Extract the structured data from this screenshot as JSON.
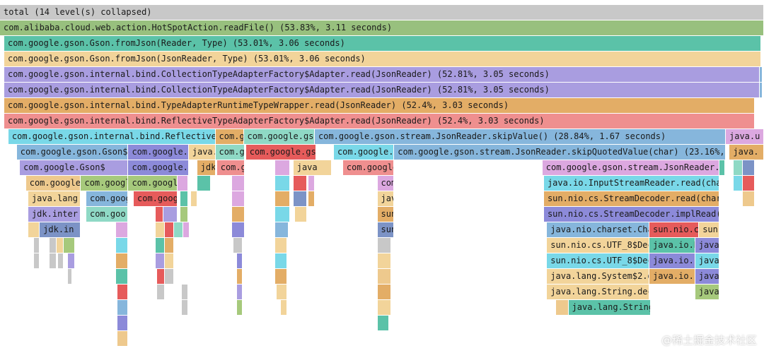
{
  "palette": {
    "gray": "#c8c8c8",
    "green": "#98c07e",
    "teal": "#5bc2a8",
    "sand": "#f2d49a",
    "lavender": "#a99de0",
    "orange": "#e3ad66",
    "salmon": "#ef8f8f",
    "cyan": "#79d8e8",
    "blue": "#86b6dc",
    "periwinkle": "#8c8ad9",
    "red": "#e65b5b",
    "pink": "#dca8e0",
    "tan": "#eec98d",
    "mint": "#8fd9c5",
    "olive": "#a6c97c",
    "slate": "#7c93c6"
  },
  "frames": [
    {
      "row": 0,
      "start": 0,
      "end": 100,
      "color": "gray",
      "label": "total (14 level(s) collapsed)"
    },
    {
      "row": 1,
      "start": 0,
      "end": 100,
      "color": "green",
      "label": "com.alibaba.cloud.web.action.HotSpotAction.readFile() (53.83%, 3.11 seconds)"
    },
    {
      "row": 2,
      "start": 0.56,
      "end": 99.6,
      "color": "teal",
      "label": "com.google.gson.Gson.fromJson(Reader, Type) (53.01%, 3.06 seconds)"
    },
    {
      "row": 3,
      "start": 0.56,
      "end": 99.6,
      "color": "sand",
      "label": "com.google.gson.Gson.fromJson(JsonReader, Type) (53.01%, 3.06 seconds)"
    },
    {
      "row": 4,
      "start": 0.56,
      "end": 99.4,
      "color": "lavender",
      "label": "com.google.gson.internal.bind.CollectionTypeAdapterFactory$Adapter.read(JsonReader) (52.81%, 3.05 seconds)"
    },
    {
      "row": 4,
      "start": 99.4,
      "end": 99.8,
      "color": "blue",
      "label": ""
    },
    {
      "row": 5,
      "start": 0.56,
      "end": 99.4,
      "color": "lavender",
      "label": "com.google.gson.internal.bind.CollectionTypeAdapterFactory$Adapter.read(JsonReader) (52.81%, 3.05 seconds)"
    },
    {
      "row": 5,
      "start": 99.4,
      "end": 99.8,
      "color": "blue",
      "label": ""
    },
    {
      "row": 6,
      "start": 0.56,
      "end": 98.8,
      "color": "orange",
      "label": "com.google.gson.internal.bind.TypeAdapterRuntimeTypeWrapper.read(JsonReader) (52.4%, 3.03 seconds)"
    },
    {
      "row": 7,
      "start": 0.56,
      "end": 98.8,
      "color": "salmon",
      "label": "com.google.gson.internal.bind.ReflectiveTypeAdapterFactory$Adapter.read(JsonReader) (52.4%, 3.03 seconds)"
    },
    {
      "row": 8,
      "start": 1.1,
      "end": 28.2,
      "color": "cyan",
      "label": "com.google.gson.internal.bind.ReflectiveT"
    },
    {
      "row": 8,
      "start": 28.2,
      "end": 31.9,
      "color": "orange",
      "label": "com.go"
    },
    {
      "row": 8,
      "start": 31.9,
      "end": 41.2,
      "color": "mint",
      "label": "com.google.gso"
    },
    {
      "row": 8,
      "start": 41.2,
      "end": 95.0,
      "color": "blue",
      "label": "com.google.gson.stream.JsonReader.skipValue() (28.84%, 1.67 seconds)"
    },
    {
      "row": 8,
      "start": 95.0,
      "end": 100,
      "color": "pink",
      "label": "java.u"
    },
    {
      "row": 9,
      "start": 2.2,
      "end": 16.8,
      "color": "blue",
      "label": "com.google.gson.Gson$1"
    },
    {
      "row": 9,
      "start": 16.8,
      "end": 24.7,
      "color": "periwinkle",
      "label": "com.google.g"
    },
    {
      "row": 9,
      "start": 24.7,
      "end": 28.2,
      "color": "sand",
      "label": "java."
    },
    {
      "row": 9,
      "start": 28.2,
      "end": 32.0,
      "color": "mint",
      "label": "com.g"
    },
    {
      "row": 9,
      "start": 32.2,
      "end": 41.4,
      "color": "red",
      "label": "com.google.gs"
    },
    {
      "row": 9,
      "start": 43.7,
      "end": 51.6,
      "color": "cyan",
      "label": "com.google.g"
    },
    {
      "row": 9,
      "start": 51.6,
      "end": 95.0,
      "color": "blue",
      "label": "com.google.gson.stream.JsonReader.skipQuotedValue(char) (23.16%, 1"
    },
    {
      "row": 9,
      "start": 95.5,
      "end": 100,
      "color": "orange",
      "label": "java."
    },
    {
      "row": 10,
      "start": 2.6,
      "end": 16.8,
      "color": "lavender",
      "label": "com.google.Gson$"
    },
    {
      "row": 10,
      "start": 16.8,
      "end": 24.7,
      "color": "periwinkle",
      "label": "com.google.g"
    },
    {
      "row": 10,
      "start": 25.8,
      "end": 28.2,
      "color": "orange",
      "label": "jdk"
    },
    {
      "row": 10,
      "start": 28.4,
      "end": 32.0,
      "color": "salmon",
      "label": "com.g"
    },
    {
      "row": 10,
      "start": 36.0,
      "end": 38.0,
      "color": "pink",
      "label": ""
    },
    {
      "row": 10,
      "start": 38.4,
      "end": 43.4,
      "color": "sand",
      "label": "java"
    },
    {
      "row": 10,
      "start": 44.9,
      "end": 51.6,
      "color": "salmon",
      "label": "com.google"
    },
    {
      "row": 10,
      "start": 71.0,
      "end": 94.2,
      "color": "pink",
      "label": "com.google.gson.stream.JsonReader.f"
    },
    {
      "row": 10,
      "start": 94.2,
      "end": 94.9,
      "color": "teal",
      "label": ""
    },
    {
      "row": 10,
      "start": 96.0,
      "end": 97.2,
      "color": "mint",
      "label": ""
    },
    {
      "row": 10,
      "start": 97.2,
      "end": 98.8,
      "color": "slate",
      "label": ""
    },
    {
      "row": 11,
      "start": 3.4,
      "end": 10.6,
      "color": "tan",
      "label": "com.google."
    },
    {
      "row": 11,
      "start": 10.6,
      "end": 16.8,
      "color": "olive",
      "label": "com.googl"
    },
    {
      "row": 11,
      "start": 16.8,
      "end": 23.2,
      "color": "olive",
      "label": "com.googl"
    },
    {
      "row": 11,
      "start": 23.2,
      "end": 24.6,
      "color": "pink",
      "label": ""
    },
    {
      "row": 11,
      "start": 25.8,
      "end": 27.6,
      "color": "teal",
      "label": ""
    },
    {
      "row": 11,
      "start": 30.4,
      "end": 32.0,
      "color": "pink",
      "label": ""
    },
    {
      "row": 11,
      "start": 36.0,
      "end": 38.0,
      "color": "cyan",
      "label": ""
    },
    {
      "row": 11,
      "start": 38.4,
      "end": 40.2,
      "color": "red",
      "label": ""
    },
    {
      "row": 11,
      "start": 40.4,
      "end": 41.2,
      "color": "pink",
      "label": ""
    },
    {
      "row": 11,
      "start": 49.4,
      "end": 51.6,
      "color": "pink",
      "label": "com"
    },
    {
      "row": 11,
      "start": 71.2,
      "end": 94.2,
      "color": "cyan",
      "label": "java.io.InputStreamReader.read(char"
    },
    {
      "row": 11,
      "start": 96.0,
      "end": 97.2,
      "color": "cyan",
      "label": ""
    },
    {
      "row": 11,
      "start": 97.2,
      "end": 98.8,
      "color": "red",
      "label": ""
    },
    {
      "row": 12,
      "start": 3.7,
      "end": 10.6,
      "color": "sand",
      "label": "java.lang"
    },
    {
      "row": 12,
      "start": 11.3,
      "end": 16.8,
      "color": "blue",
      "label": "com.goog"
    },
    {
      "row": 12,
      "start": 17.5,
      "end": 23.2,
      "color": "red",
      "label": "com.goog"
    },
    {
      "row": 12,
      "start": 23.6,
      "end": 24.6,
      "color": "teal",
      "label": ""
    },
    {
      "row": 12,
      "start": 25.0,
      "end": 25.8,
      "color": "sand",
      "label": ""
    },
    {
      "row": 12,
      "start": 30.4,
      "end": 32.0,
      "color": "pink",
      "label": ""
    },
    {
      "row": 12,
      "start": 36.0,
      "end": 38.0,
      "color": "orange",
      "label": ""
    },
    {
      "row": 12,
      "start": 38.4,
      "end": 40.2,
      "color": "slate",
      "label": ""
    },
    {
      "row": 12,
      "start": 40.4,
      "end": 41.2,
      "color": "orange",
      "label": ""
    },
    {
      "row": 12,
      "start": 49.4,
      "end": 51.6,
      "color": "sand",
      "label": "jav"
    },
    {
      "row": 12,
      "start": 71.2,
      "end": 94.2,
      "color": "orange",
      "label": "sun.nio.cs.StreamDecoder.read(char["
    },
    {
      "row": 12,
      "start": 97.2,
      "end": 98.8,
      "color": "tan",
      "label": ""
    },
    {
      "row": 13,
      "start": 3.7,
      "end": 10.6,
      "color": "lavender",
      "label": "jdk.inter"
    },
    {
      "row": 13,
      "start": 11.3,
      "end": 16.8,
      "color": "mint",
      "label": "com.goo"
    },
    {
      "row": 13,
      "start": 20.4,
      "end": 21.4,
      "color": "red",
      "label": ""
    },
    {
      "row": 13,
      "start": 21.4,
      "end": 23.2,
      "color": "lavender",
      "label": ""
    },
    {
      "row": 13,
      "start": 23.6,
      "end": 24.6,
      "color": "olive",
      "label": ""
    },
    {
      "row": 13,
      "start": 30.4,
      "end": 32.0,
      "color": "orange",
      "label": ""
    },
    {
      "row": 13,
      "start": 36.0,
      "end": 38.0,
      "color": "cyan",
      "label": ""
    },
    {
      "row": 13,
      "start": 38.6,
      "end": 40.2,
      "color": "sand",
      "label": ""
    },
    {
      "row": 13,
      "start": 49.4,
      "end": 51.6,
      "color": "orange",
      "label": "sun"
    },
    {
      "row": 13,
      "start": 71.2,
      "end": 94.2,
      "color": "periwinkle",
      "label": "sun.nio.cs.StreamDecoder.implRead(c"
    },
    {
      "row": 14,
      "start": 3.7,
      "end": 5.2,
      "color": "sand",
      "label": ""
    },
    {
      "row": 14,
      "start": 5.2,
      "end": 10.6,
      "color": "slate",
      "label": "jdk.in"
    },
    {
      "row": 14,
      "start": 15.2,
      "end": 16.8,
      "color": "pink",
      "label": ""
    },
    {
      "row": 14,
      "start": 20.4,
      "end": 21.6,
      "color": "sand",
      "label": ""
    },
    {
      "row": 14,
      "start": 21.6,
      "end": 22.8,
      "color": "red",
      "label": ""
    },
    {
      "row": 14,
      "start": 22.8,
      "end": 24.0,
      "color": "mint",
      "label": ""
    },
    {
      "row": 14,
      "start": 24.0,
      "end": 24.8,
      "color": "pink",
      "label": ""
    },
    {
      "row": 14,
      "start": 30.4,
      "end": 32.0,
      "color": "periwinkle",
      "label": ""
    },
    {
      "row": 14,
      "start": 36.0,
      "end": 37.8,
      "color": "blue",
      "label": ""
    },
    {
      "row": 14,
      "start": 49.4,
      "end": 51.6,
      "color": "slate",
      "label": "sun"
    },
    {
      "row": 14,
      "start": 71.6,
      "end": 85.0,
      "color": "blue",
      "label": "java.nio.charset.Cha"
    },
    {
      "row": 14,
      "start": 85.0,
      "end": 91.5,
      "color": "red",
      "label": "sun.nio.c"
    },
    {
      "row": 14,
      "start": 91.5,
      "end": 94.2,
      "color": "sand",
      "label": "sun."
    },
    {
      "row": 15,
      "start": 4.4,
      "end": 5.2,
      "color": "gray",
      "label": ""
    },
    {
      "row": 15,
      "start": 6.5,
      "end": 7.4,
      "color": "gray",
      "label": ""
    },
    {
      "row": 15,
      "start": 7.4,
      "end": 8.3,
      "color": "sand",
      "label": ""
    },
    {
      "row": 15,
      "start": 8.3,
      "end": 9.8,
      "color": "olive",
      "label": ""
    },
    {
      "row": 15,
      "start": 15.2,
      "end": 16.8,
      "color": "cyan",
      "label": ""
    },
    {
      "row": 15,
      "start": 20.4,
      "end": 21.6,
      "color": "teal",
      "label": ""
    },
    {
      "row": 15,
      "start": 21.6,
      "end": 22.8,
      "color": "orange",
      "label": ""
    },
    {
      "row": 15,
      "start": 30.6,
      "end": 31.8,
      "color": "gray",
      "label": ""
    },
    {
      "row": 15,
      "start": 36.0,
      "end": 37.6,
      "color": "sand",
      "label": ""
    },
    {
      "row": 15,
      "start": 49.4,
      "end": 51.2,
      "color": "gray",
      "label": ""
    },
    {
      "row": 15,
      "start": 71.6,
      "end": 85.0,
      "color": "sand",
      "label": "sun.nio.cs.UTF_8$Dec"
    },
    {
      "row": 15,
      "start": 85.0,
      "end": 91.0,
      "color": "teal",
      "label": "java.io.B"
    },
    {
      "row": 15,
      "start": 91.0,
      "end": 94.2,
      "color": "periwinkle",
      "label": "java"
    },
    {
      "row": 16,
      "start": 4.4,
      "end": 5.2,
      "color": "gray",
      "label": ""
    },
    {
      "row": 16,
      "start": 6.5,
      "end": 7.4,
      "color": "gray",
      "label": ""
    },
    {
      "row": 16,
      "start": 7.6,
      "end": 8.3,
      "color": "gray",
      "label": ""
    },
    {
      "row": 16,
      "start": 8.9,
      "end": 9.8,
      "color": "lavender",
      "label": ""
    },
    {
      "row": 16,
      "start": 15.2,
      "end": 16.8,
      "color": "orange",
      "label": ""
    },
    {
      "row": 16,
      "start": 20.4,
      "end": 21.6,
      "color": "lavender",
      "label": ""
    },
    {
      "row": 16,
      "start": 21.6,
      "end": 22.8,
      "color": "sand",
      "label": ""
    },
    {
      "row": 16,
      "start": 31.0,
      "end": 31.8,
      "color": "periwinkle",
      "label": ""
    },
    {
      "row": 16,
      "start": 36.0,
      "end": 37.6,
      "color": "cyan",
      "label": ""
    },
    {
      "row": 16,
      "start": 49.4,
      "end": 51.2,
      "color": "sand",
      "label": ""
    },
    {
      "row": 16,
      "start": 71.6,
      "end": 85.0,
      "color": "cyan",
      "label": "sun.nio.cs.UTF_8$Dec"
    },
    {
      "row": 16,
      "start": 85.0,
      "end": 91.0,
      "color": "periwinkle",
      "label": "java.io.F"
    },
    {
      "row": 16,
      "start": 91.0,
      "end": 94.2,
      "color": "cyan",
      "label": "java"
    },
    {
      "row": 17,
      "start": 8.9,
      "end": 9.4,
      "color": "gray",
      "label": ""
    },
    {
      "row": 17,
      "start": 15.2,
      "end": 16.8,
      "color": "teal",
      "label": ""
    },
    {
      "row": 17,
      "start": 20.6,
      "end": 21.6,
      "color": "red",
      "label": ""
    },
    {
      "row": 17,
      "start": 21.6,
      "end": 22.8,
      "color": "gray",
      "label": ""
    },
    {
      "row": 17,
      "start": 31.0,
      "end": 31.8,
      "color": "orange",
      "label": ""
    },
    {
      "row": 17,
      "start": 36.0,
      "end": 37.6,
      "color": "orange",
      "label": ""
    },
    {
      "row": 17,
      "start": 49.4,
      "end": 51.2,
      "color": "tan",
      "label": ""
    },
    {
      "row": 17,
      "start": 71.6,
      "end": 85.0,
      "color": "sand",
      "label": "java.lang.System$2.d"
    },
    {
      "row": 17,
      "start": 85.0,
      "end": 91.0,
      "color": "orange",
      "label": "java.io.F"
    },
    {
      "row": 17,
      "start": 91.0,
      "end": 94.2,
      "color": "periwinkle",
      "label": "java"
    },
    {
      "row": 18,
      "start": 15.4,
      "end": 16.8,
      "color": "red",
      "label": ""
    },
    {
      "row": 18,
      "start": 20.6,
      "end": 21.6,
      "color": "gray",
      "label": ""
    },
    {
      "row": 18,
      "start": 23.8,
      "end": 24.6,
      "color": "gray",
      "label": ""
    },
    {
      "row": 18,
      "start": 31.0,
      "end": 31.8,
      "color": "lavender",
      "label": ""
    },
    {
      "row": 18,
      "start": 36.2,
      "end": 37.6,
      "color": "sand",
      "label": ""
    },
    {
      "row": 18,
      "start": 49.4,
      "end": 51.2,
      "color": "orange",
      "label": ""
    },
    {
      "row": 18,
      "start": 71.6,
      "end": 85.0,
      "color": "sand",
      "label": "java.lang.String.dec"
    },
    {
      "row": 18,
      "start": 91.0,
      "end": 94.2,
      "color": "olive",
      "label": "java"
    },
    {
      "row": 19,
      "start": 15.4,
      "end": 16.8,
      "color": "blue",
      "label": ""
    },
    {
      "row": 19,
      "start": 23.8,
      "end": 24.6,
      "color": "gray",
      "label": ""
    },
    {
      "row": 19,
      "start": 31.0,
      "end": 31.8,
      "color": "olive",
      "label": ""
    },
    {
      "row": 19,
      "start": 36.8,
      "end": 37.6,
      "color": "sand",
      "label": ""
    },
    {
      "row": 19,
      "start": 49.4,
      "end": 51.2,
      "color": "sand",
      "label": ""
    },
    {
      "row": 19,
      "start": 72.8,
      "end": 74.4,
      "color": "tan",
      "label": ""
    },
    {
      "row": 19,
      "start": 74.4,
      "end": 85.2,
      "color": "teal",
      "label": "java.lang.String"
    },
    {
      "row": 20,
      "start": 15.4,
      "end": 16.8,
      "color": "periwinkle",
      "label": ""
    },
    {
      "row": 20,
      "start": 49.4,
      "end": 50.9,
      "color": "teal",
      "label": ""
    },
    {
      "row": 21,
      "start": 15.4,
      "end": 16.8,
      "color": "tan",
      "label": ""
    }
  ],
  "watermark": "@稀土掘金技术社区"
}
